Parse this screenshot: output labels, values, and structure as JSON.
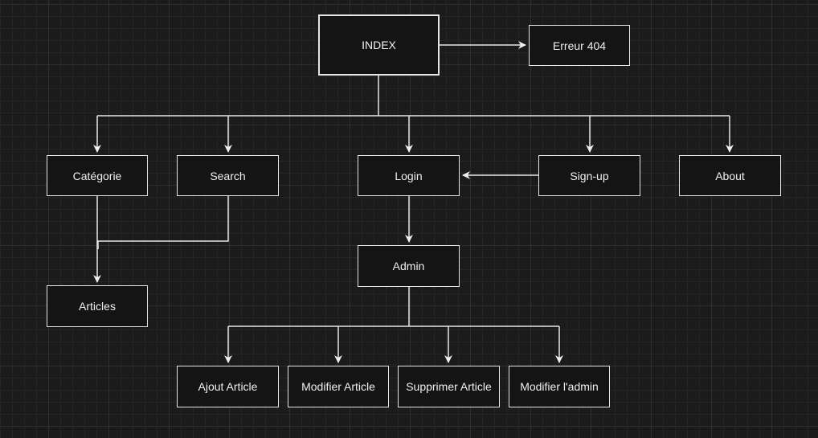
{
  "diagram": {
    "nodes": {
      "index": "INDEX",
      "erreur404": "Erreur 404",
      "categorie": "Catégorie",
      "search": "Search",
      "login": "Login",
      "signup": "Sign-up",
      "about": "About",
      "articles": "Articles",
      "admin": "Admin",
      "ajout_article": "Ajout Article",
      "modifier_article": "Modifier Article",
      "supprimer_article": "Supprimer Article",
      "modifier_admin": "Modifier l'admin"
    },
    "edges": [
      {
        "from": "INDEX",
        "to": "Erreur 404"
      },
      {
        "from": "INDEX",
        "to": "Catégorie"
      },
      {
        "from": "INDEX",
        "to": "Search"
      },
      {
        "from": "INDEX",
        "to": "Login"
      },
      {
        "from": "INDEX",
        "to": "Sign-up"
      },
      {
        "from": "INDEX",
        "to": "About"
      },
      {
        "from": "Sign-up",
        "to": "Login"
      },
      {
        "from": "Catégorie",
        "to": "Articles"
      },
      {
        "from": "Search",
        "to": "Articles"
      },
      {
        "from": "Login",
        "to": "Admin"
      },
      {
        "from": "Admin",
        "to": "Ajout Article"
      },
      {
        "from": "Admin",
        "to": "Modifier Article"
      },
      {
        "from": "Admin",
        "to": "Supprimer Article"
      },
      {
        "from": "Admin",
        "to": "Modifier l'admin"
      }
    ],
    "colors": {
      "background": "#1b1b1b",
      "node_fill": "#141414",
      "stroke": "#e6e6e6",
      "text": "#f0f0f0"
    }
  }
}
